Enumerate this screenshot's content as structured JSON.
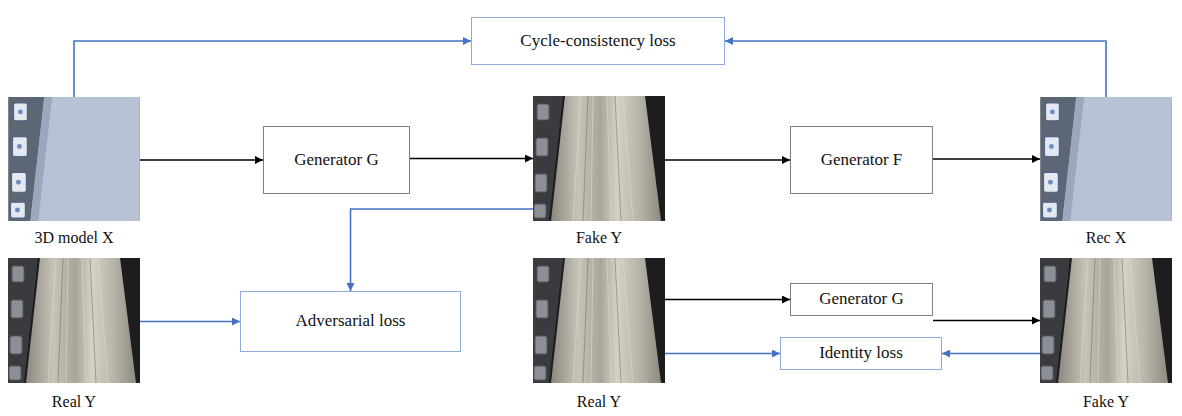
{
  "diagram": {
    "nodes": [
      {
        "text": [
          "Cycle-consistency loss"
        ]
      },
      {
        "text": [
          "3D model X"
        ]
      },
      {
        "text": [
          "Generator G"
        ]
      },
      {
        "text": [
          "Fake Y"
        ]
      },
      {
        "text": [
          "Generator F"
        ]
      },
      {
        "text": [
          "Rec X"
        ]
      },
      {
        "text": [
          "Real Y"
        ]
      },
      {
        "text": [
          "Adversarial loss"
        ]
      },
      {
        "text": [
          "Real Y"
        ]
      },
      {
        "text": [
          "Generator G"
        ]
      },
      {
        "text": [
          "Identity loss"
        ]
      },
      {
        "text": [
          "Fake Y"
        ]
      }
    ],
    "edges": [
      {
        "from": 1,
        "to": 0,
        "arrow": "to"
      },
      {
        "from": 5,
        "to": 0,
        "arrow": "to"
      },
      {
        "from": 1,
        "to": 2,
        "arrow": "to"
      },
      {
        "from": 2,
        "to": 3,
        "arrow": "to"
      },
      {
        "from": 3,
        "to": 4,
        "arrow": "to"
      },
      {
        "from": 4,
        "to": 5,
        "arrow": "to"
      },
      {
        "from": 3,
        "to": 7,
        "arrow": "to"
      },
      {
        "from": 6,
        "to": 7,
        "arrow": "to"
      },
      {
        "from": 8,
        "to": 9,
        "arrow": "to"
      },
      {
        "from": 9,
        "to": 11,
        "arrow": "to"
      },
      {
        "from": 8,
        "to": 10,
        "arrow": "to"
      },
      {
        "from": 11,
        "to": 10,
        "arrow": "to"
      }
    ]
  }
}
